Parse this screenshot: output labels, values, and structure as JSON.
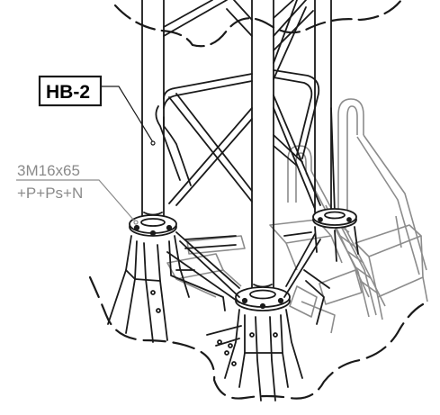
{
  "labels": {
    "part": "HB-2",
    "bolt_spec": "3M16x65",
    "bolt_extras": "+P+Ps+N"
  },
  "colors": {
    "line": "#1a1a1a",
    "gray_line": "#8c8c8c",
    "gray_text": "#8a8a8a",
    "background": "#ffffff"
  }
}
